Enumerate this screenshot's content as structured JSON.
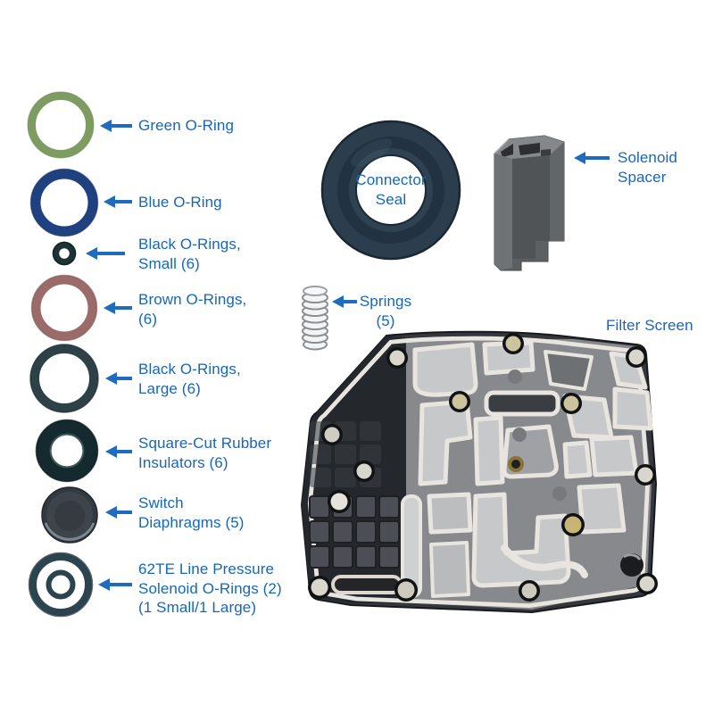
{
  "diagram_title": "62TE transmission kit parts diagram",
  "labels": {
    "green_oring": "Green O-Ring",
    "blue_oring": "Blue O-Ring",
    "black_small": "Black O-Rings,\nSmall (6)",
    "brown": "Brown O-Rings,\n(6)",
    "black_large": "Black O-Rings,\nLarge (6)",
    "square_cut": "Square-Cut Rubber\nInsulators (6)",
    "switch": "Switch\nDiaphragms (5)",
    "line_pressure": "62TE Line Pressure\nSolenoid O-Rings (2)\n(1 Small/1 Large)",
    "connector_seal": "Connector\nSeal",
    "solenoid_spacer": "Solenoid\nSpacer",
    "springs": "Springs\n(5)",
    "filter_screen": "Filter Screen"
  },
  "colors": {
    "label_blue": "#1667b8",
    "arrow_blue": "#1e6bbf",
    "green_ring": "#7e9c62",
    "blue_ring": "#1f4180",
    "black_small_ring": "#1d3336",
    "brown_ring": "#9a6b68",
    "black_large_ring": "#2d4147",
    "square_cut_ring": "#152a2e",
    "switch_diaphragm": "#363d45",
    "line_pressure_ring": "#2b4450",
    "connector_seal": "#2c3e4d",
    "solenoid_spacer": "#5d6063",
    "filter_plate": "#34373c",
    "gasket_bead": "#e8e5e0"
  }
}
